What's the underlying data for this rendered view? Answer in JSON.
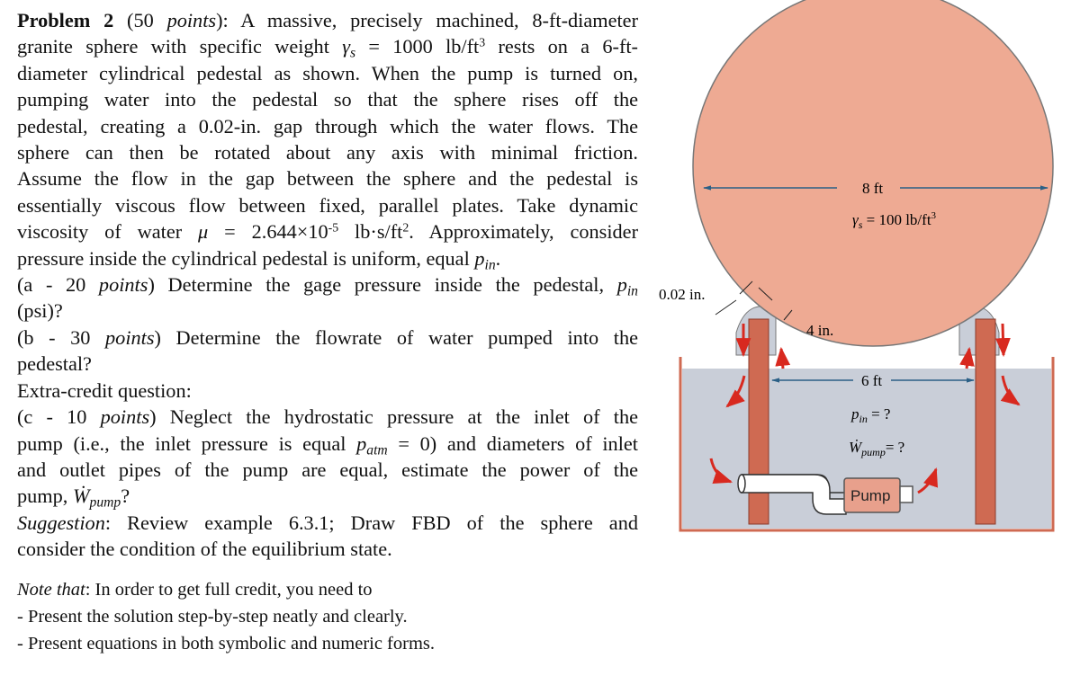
{
  "problem": {
    "heading": "Problem 2",
    "points": "(50 ",
    "points_word": "points",
    "points_close": "):",
    "l1_rest": " A massive, precisely machined, 8-ft-diameter",
    "l2a": "granite sphere with specific weight ",
    "gamma": "γ",
    "sub_s": "s",
    "l2b": " = 1000 lb/ft",
    "exp3": "3",
    "l2c": " rests on a 6-ft-",
    "l3": "diameter cylindrical pedestal as shown. When the pump is turned on,",
    "l4": "pumping water into the pedestal so that the sphere rises off the",
    "l5": "pedestal, creating a 0.02-in. gap through which the water flows. The",
    "l6": "sphere can then be rotated about any axis with minimal friction.",
    "l7": "Assume the flow in the gap between the sphere and the pedestal is",
    "l8": "essentially viscous flow between fixed, parallel plates. Take dynamic",
    "l9a": "viscosity of water ",
    "mu": "μ",
    "l9b": " = 2.644×10",
    "exp_neg5": "-5",
    "l9c": " lb·s/ft",
    "exp2": "2",
    "l9d": ". Approximately, consider",
    "l10a": "pressure inside the cylindrical pedestal is uniform, equal ",
    "p": "p",
    "sub_in": "in",
    "period": ".",
    "l11a": "(a - 20 ",
    "l11b": ") Determine the gage pressure inside the pedestal, ",
    "l12": "(psi)?",
    "l13a": "(b - 30 ",
    "l13b": ") Determine the flowrate of water pumped into the",
    "l14": "pedestal?",
    "l15": "Extra-credit question:",
    "l16a": "(c - 10 ",
    "l16b": ") Neglect the hydrostatic pressure at the inlet of the",
    "l17a": "pump (i.e., the inlet pressure is equal ",
    "sub_atm": "atm",
    "l17b": " = 0) and diameters of inlet",
    "l18": "and outlet pipes of the pump are equal, estimate the power of the",
    "l19a": "pump, ",
    "wdot": "Ẇ",
    "sub_pump": "pump",
    "qmark": "?",
    "l20a": "Suggestion",
    "l20b": ": Review example 6.3.1; Draw FBD of the sphere and",
    "l21": "consider the condition of the equilibrium state."
  },
  "note": {
    "label": "Note that",
    "rest": ": In order to get full credit, you need to",
    "b1": "- Present the solution step-by-step neatly and clearly.",
    "b2": "- Present equations in both symbolic and numeric forms."
  },
  "figure": {
    "dim_sphere": "8 ft",
    "gamma_label": "γ",
    "gamma_sub": "s",
    "gamma_value": " = 100 lb/ft",
    "gamma_exp": "3",
    "gap_label": "0.02 in.",
    "wall_label": "4 in.",
    "pedestal_dim": "6 ft",
    "pin_label": "p",
    "pin_sub": "in",
    "pin_value": " = ?",
    "wpump_label": "Ẇ",
    "wpump_sub": "pump",
    "wpump_value": "= ?",
    "pump_label": "Pump",
    "colors": {
      "sphere": "#eeaa93",
      "water": "#c9ced8",
      "pedestal": "#cf6a52",
      "arrows": "#d8291f",
      "dims": "#2a5f86"
    }
  }
}
